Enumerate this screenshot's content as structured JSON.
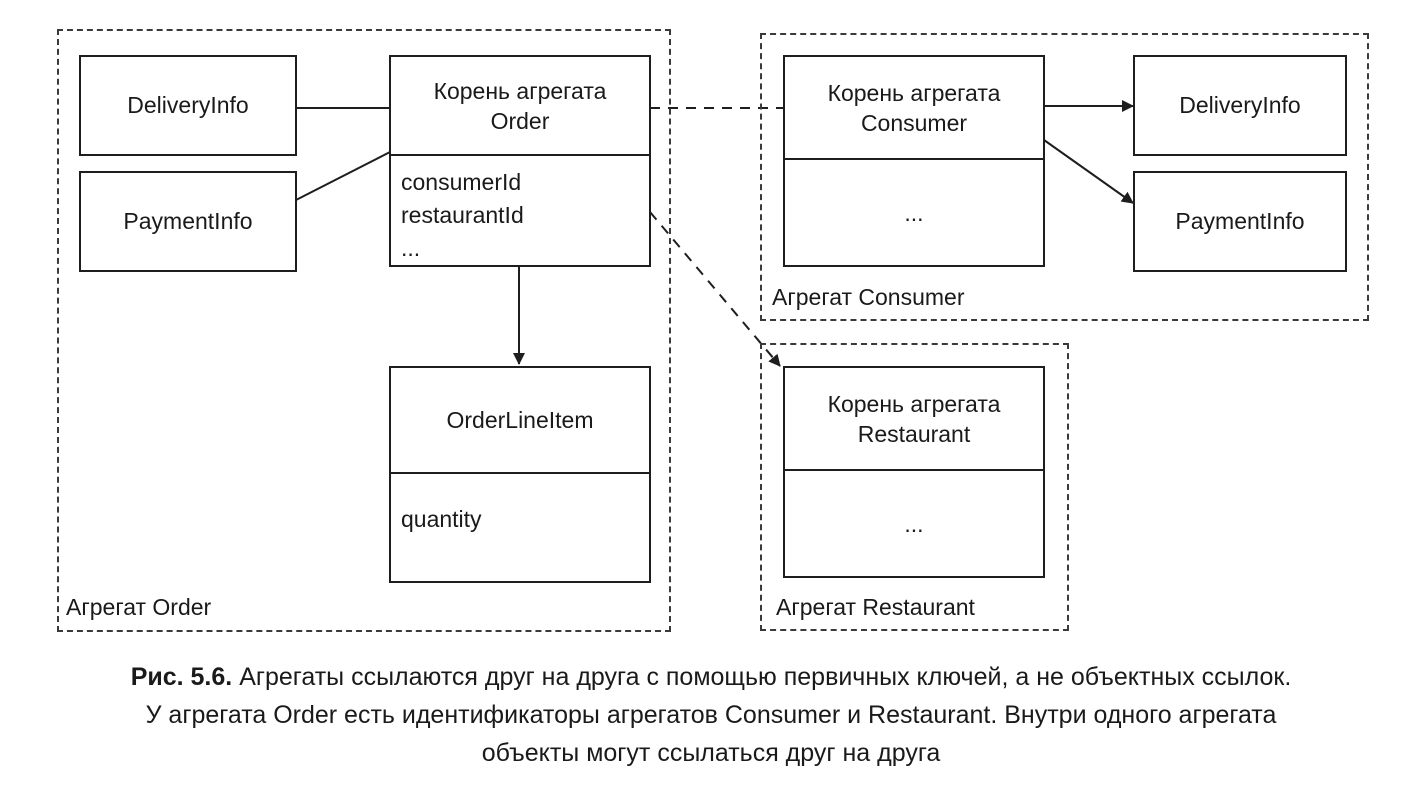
{
  "aggregates": {
    "order": {
      "label": "Агрегат Order"
    },
    "consumer": {
      "label": "Агрегат Consumer"
    },
    "restaurant": {
      "label": "Агрегат Restaurant"
    }
  },
  "boxes": {
    "order_delivery_info": {
      "title": "DeliveryInfo"
    },
    "order_payment_info": {
      "title": "PaymentInfo"
    },
    "order_root": {
      "title_line1": "Корень агрегата",
      "title_line2": "Order",
      "fields": [
        "consumerId",
        "restaurantId",
        "..."
      ]
    },
    "order_line_item": {
      "title": "OrderLineItem",
      "fields": [
        "quantity"
      ]
    },
    "consumer_root": {
      "title_line1": "Корень агрегата",
      "title_line2": "Consumer",
      "body": "..."
    },
    "consumer_delivery_info": {
      "title": "DeliveryInfo"
    },
    "consumer_payment_info": {
      "title": "PaymentInfo"
    },
    "restaurant_root": {
      "title_line1": "Корень агрегата",
      "title_line2": "Restaurant",
      "body": "..."
    }
  },
  "caption": {
    "label": "Рис. 5.6.",
    "line1": "Агрегаты ссылаются друг на друга с помощью первичных ключей, а не объектных ссылок.",
    "line2": "У агрегата Order есть идентификаторы агрегатов Consumer и Restaurant. Внутри одного агрегата",
    "line3": "объекты могут ссылаться друг на друга"
  }
}
